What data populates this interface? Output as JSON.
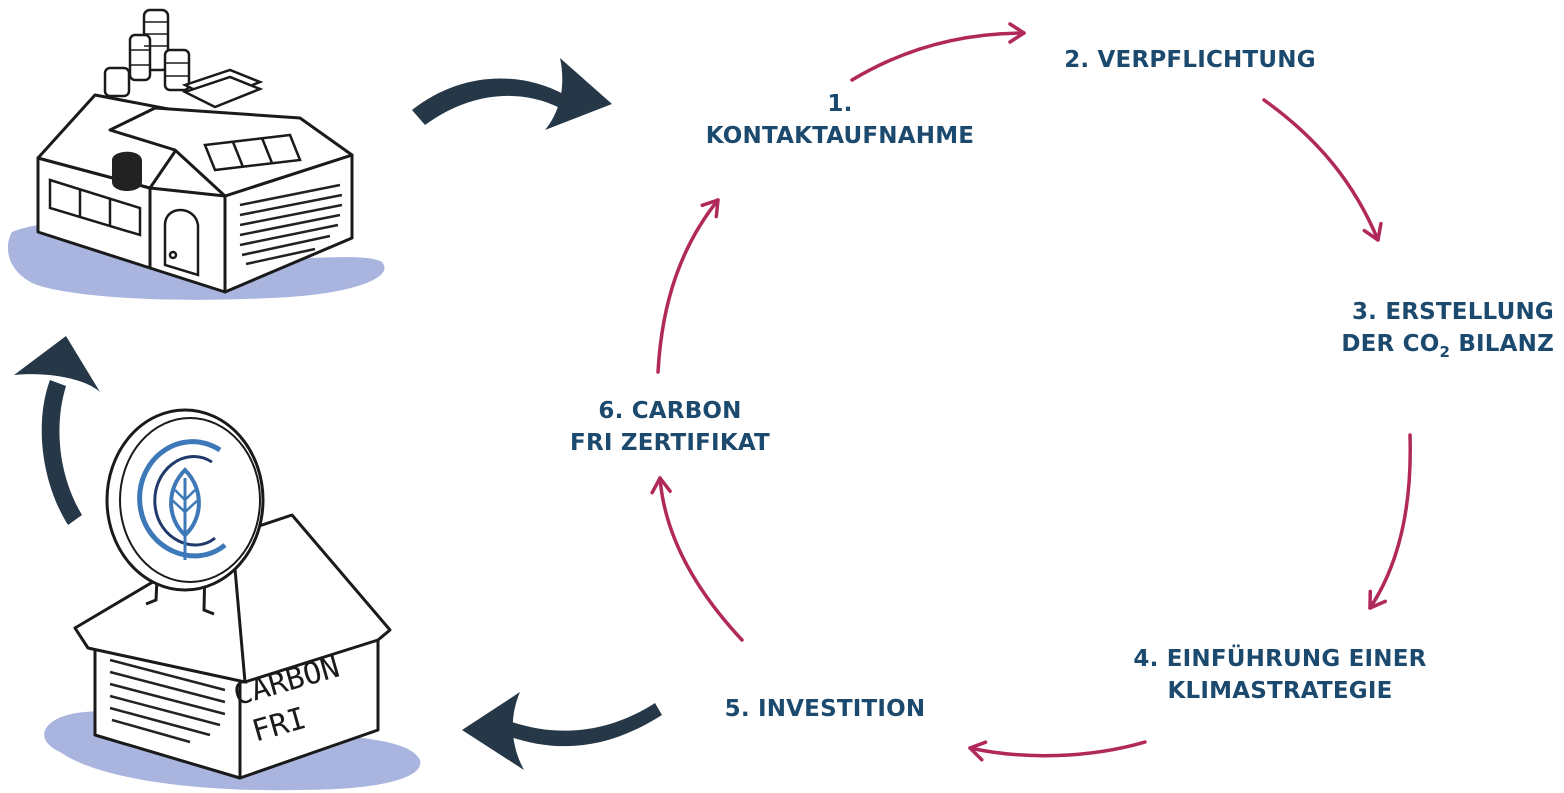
{
  "steps": {
    "s1": {
      "line1": "1.",
      "line2": "KONTAKTAUFNAHME"
    },
    "s2": {
      "line1": "2. VERPFLICHTUNG"
    },
    "s3": {
      "line1": "3. ERSTELLUNG",
      "line2_pre": "DER CO",
      "line2_sub": "2",
      "line2_post": " BILANZ"
    },
    "s4": {
      "line1": "4. EINFÜHRUNG EINER",
      "line2": "KLIMASTRATEGIE"
    },
    "s5": {
      "line1": "5. INVESTITION"
    },
    "s6": {
      "line1": "6. CARBON",
      "line2": "FRI ZERTIFIKAT"
    }
  },
  "house_sign": {
    "line1": "CARBON",
    "line2": "FRI"
  },
  "colors": {
    "step_text": "#1c4a6e",
    "cycle_arrow": "#b0295a",
    "big_arrow": "#263847",
    "ground": "#a9b5df",
    "badge_blue": "#3d78b8"
  }
}
